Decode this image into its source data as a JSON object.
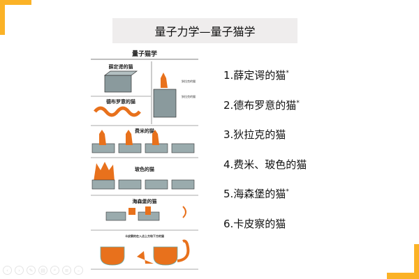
{
  "slide": {
    "title": "量子力学—量子猫学",
    "accent_color": "#fbb226",
    "illustration": {
      "heading": "量子猫学",
      "labels": {
        "schrodinger": "薛定谔的猫",
        "debroglie": "德布罗意的猫",
        "dirac_1": "狄拉克的猫",
        "dirac_2": "狄拉克的猫",
        "fermi": "费米的猫",
        "bose": "玻色的猫",
        "heisenberg": "海森堡的猫",
        "kapitza": "卡皮察的在入点上方和下方的猫"
      }
    },
    "items": [
      {
        "text": "1.薛定谔的猫",
        "mark": "*"
      },
      {
        "text": "2.德布罗意的猫",
        "mark": "*"
      },
      {
        "text": "3.狄拉克的猫",
        "mark": ""
      },
      {
        "text": "4.费米、玻色的猫",
        "mark": ""
      },
      {
        "text": "5.海森堡的猫",
        "mark": "*"
      },
      {
        "text": "6.卡皮察的猫",
        "mark": ""
      }
    ]
  },
  "toolbar": {
    "icons": [
      "prev-icon",
      "next-icon",
      "pen-icon",
      "slides-icon",
      "zoom-icon",
      "menu-icon",
      "more-icon"
    ]
  }
}
